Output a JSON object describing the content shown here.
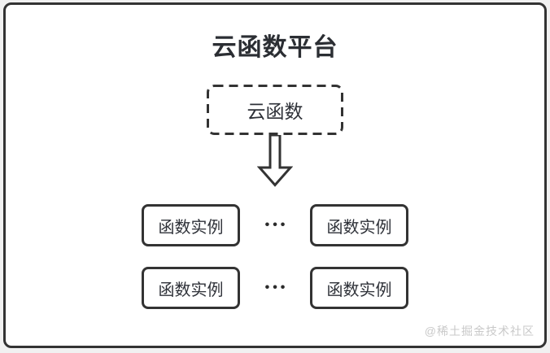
{
  "diagram": {
    "title": "云函数平台",
    "cloud_function": {
      "label": "云函数"
    },
    "rows": [
      {
        "left": "函数实例",
        "dots": "•••",
        "right": "函数实例"
      },
      {
        "left": "函数实例",
        "dots": "•••",
        "right": "函数实例"
      }
    ],
    "colors": {
      "border": "#333333",
      "text": "#2e3138",
      "background": "#ffffff",
      "page_background": "#f1f1f1",
      "watermark": "#c9c9c9"
    }
  },
  "watermark": {
    "text": "@稀土掘金技术社区"
  }
}
